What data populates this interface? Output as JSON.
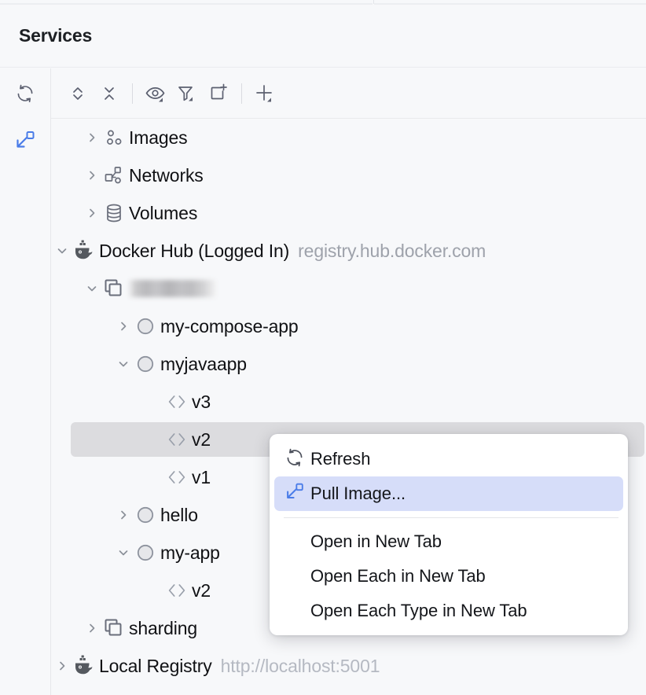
{
  "window": {
    "title": "Services"
  },
  "toolbar": {
    "buttons": [
      {
        "name": "refresh-icon",
        "label": "Refresh",
        "group": 0
      },
      {
        "name": "expand-all-icon",
        "label": "Expand All",
        "group": 1
      },
      {
        "name": "collapse-all-icon",
        "label": "Collapse All",
        "group": 1
      },
      {
        "name": "show-hide-icon",
        "label": "Show/Hide",
        "group": 2
      },
      {
        "name": "filter-icon",
        "label": "Filter",
        "group": 2
      },
      {
        "name": "add-tab-icon",
        "label": "Open in New Tab",
        "group": 2
      },
      {
        "name": "plus-icon",
        "label": "Add Service",
        "group": 3
      }
    ]
  },
  "gutter": {
    "pull_image_label": "Pull Image"
  },
  "tree": {
    "rows": [
      {
        "id": "images",
        "label": "Images",
        "sublabel": "",
        "icon": "images-icon",
        "arrow": "collapsed",
        "indent": 0,
        "selected": false
      },
      {
        "id": "networks",
        "label": "Networks",
        "sublabel": "",
        "icon": "networks-icon",
        "arrow": "collapsed",
        "indent": 0,
        "selected": false
      },
      {
        "id": "volumes",
        "label": "Volumes",
        "sublabel": "",
        "icon": "volumes-icon",
        "arrow": "collapsed",
        "indent": 0,
        "selected": false
      },
      {
        "id": "docker-hub",
        "label": "Docker Hub (Logged In)",
        "sublabel": "registry.hub.docker.com",
        "icon": "docker-whale-icon",
        "arrow": "expanded",
        "indent": -1,
        "selected": false
      },
      {
        "id": "account",
        "label": "",
        "sublabel": "",
        "icon": "repository-group-icon",
        "arrow": "expanded",
        "indent": 0,
        "selected": false,
        "redacted": true
      },
      {
        "id": "my-compose-app",
        "label": "my-compose-app",
        "sublabel": "",
        "icon": "repository-icon",
        "arrow": "collapsed",
        "indent": 1,
        "selected": false
      },
      {
        "id": "myjavaapp",
        "label": "myjavaapp",
        "sublabel": "",
        "icon": "repository-icon",
        "arrow": "expanded",
        "indent": 1,
        "selected": false
      },
      {
        "id": "myjavaapp-v3",
        "label": "v3",
        "sublabel": "",
        "icon": "tag-icon",
        "arrow": "none",
        "indent": 2,
        "selected": false
      },
      {
        "id": "myjavaapp-v2",
        "label": "v2",
        "sublabel": "",
        "icon": "tag-icon",
        "arrow": "none",
        "indent": 2,
        "selected": true
      },
      {
        "id": "myjavaapp-v1",
        "label": "v1",
        "sublabel": "",
        "icon": "tag-icon",
        "arrow": "none",
        "indent": 2,
        "selected": false
      },
      {
        "id": "hello",
        "label": "hello",
        "sublabel": "",
        "icon": "repository-icon",
        "arrow": "collapsed",
        "indent": 1,
        "selected": false
      },
      {
        "id": "my-app",
        "label": "my-app",
        "sublabel": "",
        "icon": "repository-icon",
        "arrow": "expanded",
        "indent": 1,
        "selected": false
      },
      {
        "id": "my-app-v2",
        "label": "v2",
        "sublabel": "",
        "icon": "tag-icon",
        "arrow": "none",
        "indent": 2,
        "selected": false
      },
      {
        "id": "sharding",
        "label": "sharding",
        "sublabel": "",
        "icon": "repository-group-icon",
        "arrow": "collapsed",
        "indent": 0,
        "selected": false
      },
      {
        "id": "local-registry",
        "label": "Local Registry",
        "sublabel": "http://localhost:5001",
        "sublabel_faded": true,
        "icon": "docker-whale-icon",
        "arrow": "collapsed",
        "indent": -1,
        "selected": false
      }
    ]
  },
  "context_menu": {
    "items": [
      {
        "label": "Refresh",
        "icon": "refresh-icon",
        "highlight": false,
        "separator_after": false
      },
      {
        "label": "Pull Image...",
        "icon": "pull-image-icon",
        "highlight": true,
        "separator_after": true
      },
      {
        "label": "Open in New Tab",
        "icon": "",
        "highlight": false,
        "separator_after": false
      },
      {
        "label": "Open Each in New Tab",
        "icon": "",
        "highlight": false,
        "separator_after": false
      },
      {
        "label": "Open Each Type in New Tab",
        "icon": "",
        "highlight": false,
        "separator_after": false
      }
    ]
  },
  "colors": {
    "background": "#f7f8fa",
    "selection": "#dcdcdf",
    "menu_highlight": "#d6ddf9",
    "accent_blue": "#4a7ce8",
    "text": "#101114",
    "muted_text": "#9ea2ab"
  }
}
